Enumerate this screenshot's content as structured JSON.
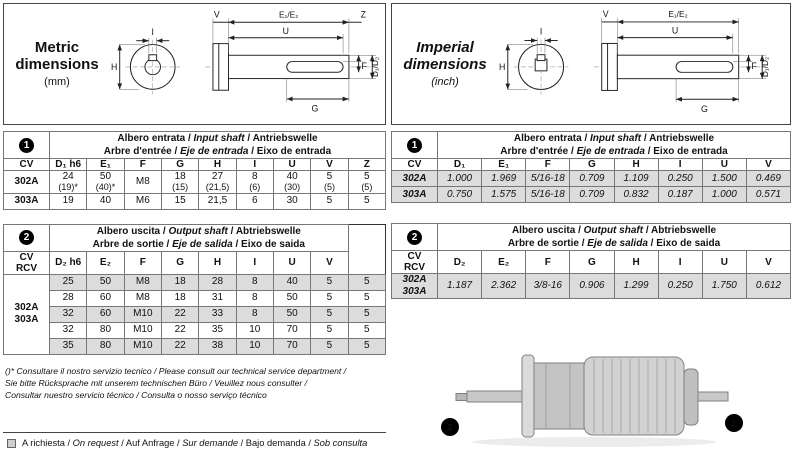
{
  "page": {
    "shade_gray": "#dcdcdc",
    "badge_color": "#000000",
    "border_color": "#444444"
  },
  "metric": {
    "title": "Metric dimensions",
    "subtitle": "(mm)",
    "diagram": {
      "e": "E₁/E₂",
      "u": "U",
      "v": "V",
      "z": "Z",
      "i": "I",
      "h": "H",
      "f": "F",
      "g": "G",
      "d": "D₁/D₂"
    },
    "input": {
      "badge": "1",
      "title_lines": [
        [
          [
            "Albero entrata / ",
            false
          ],
          [
            "Input shaft",
            true
          ],
          [
            " / Antriebswelle",
            false
          ]
        ],
        [
          [
            "Arbre d'entrée / ",
            false
          ],
          [
            "Eje de entrada",
            true
          ],
          [
            " / Eixo de entrada",
            false
          ]
        ]
      ],
      "columns": [
        [
          "CV"
        ],
        [
          "D₁ h6"
        ],
        [
          "E₁"
        ],
        [
          "F"
        ],
        [
          "G"
        ],
        [
          "H"
        ],
        [
          "I"
        ],
        [
          "U"
        ],
        [
          "V"
        ],
        [
          "Z"
        ]
      ],
      "rows": [
        {
          "cv": [
            "302A"
          ],
          "shaded": false,
          "cells": [
            [
              "24",
              "(19)*"
            ],
            [
              "50",
              "(40)*"
            ],
            [
              "M8"
            ],
            [
              "18",
              "(15)"
            ],
            [
              "27",
              "(21,5)"
            ],
            [
              "8",
              "(6)"
            ],
            [
              "40",
              "(30)"
            ],
            [
              "5",
              "(5)"
            ],
            [
              "5",
              "(5)"
            ]
          ]
        },
        {
          "cv": [
            "303A"
          ],
          "shaded": false,
          "cells": [
            [
              "19"
            ],
            [
              "40"
            ],
            [
              "M6"
            ],
            [
              "15"
            ],
            [
              "21,5"
            ],
            [
              "6"
            ],
            [
              "30"
            ],
            [
              "5"
            ],
            [
              "5"
            ]
          ]
        }
      ]
    },
    "output": {
      "badge": "2",
      "title_lines": [
        [
          [
            "Albero uscita / ",
            false
          ],
          [
            "Output shaft",
            true
          ],
          [
            " / Abtriebswelle",
            false
          ]
        ],
        [
          [
            "Arbre de sortie / ",
            false
          ],
          [
            "Eje de salida",
            true
          ],
          [
            " / Eixo de saida",
            false
          ]
        ]
      ],
      "columns": [
        [
          "CV",
          "RCV"
        ],
        [
          "D₂ h6"
        ],
        [
          "E₂"
        ],
        [
          "F"
        ],
        [
          "G"
        ],
        [
          "H"
        ],
        [
          "I"
        ],
        [
          "U"
        ],
        [
          "V"
        ]
      ],
      "cv_merged": [
        "302A",
        "303A"
      ],
      "rows": [
        {
          "shaded": true,
          "cells": [
            [
              "25"
            ],
            [
              "50"
            ],
            [
              "M8"
            ],
            [
              "18"
            ],
            [
              "28"
            ],
            [
              "8"
            ],
            [
              "40"
            ],
            [
              "5"
            ],
            [
              "5"
            ]
          ]
        },
        {
          "shaded": false,
          "cells": [
            [
              "28"
            ],
            [
              "60"
            ],
            [
              "M8"
            ],
            [
              "18"
            ],
            [
              "31"
            ],
            [
              "8"
            ],
            [
              "50"
            ],
            [
              "5"
            ],
            [
              "5"
            ]
          ]
        },
        {
          "shaded": true,
          "cells": [
            [
              "32"
            ],
            [
              "60"
            ],
            [
              "M10"
            ],
            [
              "22"
            ],
            [
              "33"
            ],
            [
              "8"
            ],
            [
              "50"
            ],
            [
              "5"
            ],
            [
              "5"
            ]
          ]
        },
        {
          "shaded": false,
          "cells": [
            [
              "32"
            ],
            [
              "80"
            ],
            [
              "M10"
            ],
            [
              "22"
            ],
            [
              "35"
            ],
            [
              "10"
            ],
            [
              "70"
            ],
            [
              "5"
            ],
            [
              "5"
            ]
          ]
        },
        {
          "shaded": true,
          "cells": [
            [
              "35"
            ],
            [
              "80"
            ],
            [
              "M10"
            ],
            [
              "22"
            ],
            [
              "38"
            ],
            [
              "10"
            ],
            [
              "70"
            ],
            [
              "5"
            ],
            [
              "5"
            ]
          ]
        }
      ]
    },
    "footnote": [
      "()* Consultare il nostro servizio tecnico / Please consult our technical service department /",
      "Sie bitte Rücksprache mit unserem technischen Büro / Veuillez nous consulter /",
      "Consultar nuestro servicio técnico / Consulta o nosso serviço técnico"
    ],
    "legend_segments": [
      [
        "A richiesta / ",
        false
      ],
      [
        "On request",
        true
      ],
      [
        " / Auf Anfrage / ",
        false
      ],
      [
        "Sur demande",
        true
      ],
      [
        " / Bajo demanda / ",
        false
      ],
      [
        "Sob consulta",
        true
      ]
    ]
  },
  "imperial": {
    "title": "Imperial dimensions",
    "subtitle": "(inch)",
    "diagram": {
      "e": "E₁/E₂",
      "u": "U",
      "v": "V",
      "i": "I",
      "h": "H",
      "f": "F",
      "g": "G",
      "d": "D₁/D₂"
    },
    "input": {
      "badge": "1",
      "title_lines": [
        [
          [
            "Albero entrata / ",
            false
          ],
          [
            "Input shaft",
            true
          ],
          [
            " / Antriebswelle",
            false
          ]
        ],
        [
          [
            "Arbre d'entrée / ",
            false
          ],
          [
            "Eje de entrada",
            true
          ],
          [
            " / Eixo de entrada",
            false
          ]
        ]
      ],
      "columns": [
        [
          "CV"
        ],
        [
          "D₁"
        ],
        [
          "E₁"
        ],
        [
          "F"
        ],
        [
          "G"
        ],
        [
          "H"
        ],
        [
          "I"
        ],
        [
          "U"
        ],
        [
          "V"
        ]
      ],
      "rows": [
        {
          "cv": [
            "302A"
          ],
          "shaded": true,
          "cells": [
            [
              "1.000"
            ],
            [
              "1.969"
            ],
            [
              "5/16-18"
            ],
            [
              "0.709"
            ],
            [
              "1.109"
            ],
            [
              "0.250"
            ],
            [
              "1.500"
            ],
            [
              "0.469"
            ]
          ]
        },
        {
          "cv": [
            "303A"
          ],
          "shaded": true,
          "cells": [
            [
              "0.750"
            ],
            [
              "1.575"
            ],
            [
              "5/16-18"
            ],
            [
              "0.709"
            ],
            [
              "0.832"
            ],
            [
              "0.187"
            ],
            [
              "1.000"
            ],
            [
              "0.571"
            ]
          ]
        }
      ]
    },
    "output": {
      "badge": "2",
      "title_lines": [
        [
          [
            "Albero uscita / ",
            false
          ],
          [
            "Output shaft",
            true
          ],
          [
            " / Abtriebswelle",
            false
          ]
        ],
        [
          [
            "Arbre de sortie / ",
            false
          ],
          [
            "Eje de salida",
            true
          ],
          [
            " / Eixo de saida",
            false
          ]
        ]
      ],
      "columns": [
        [
          "CV",
          "RCV"
        ],
        [
          "D₂"
        ],
        [
          "E₂"
        ],
        [
          "F"
        ],
        [
          "G"
        ],
        [
          "H"
        ],
        [
          "I"
        ],
        [
          "U"
        ],
        [
          "V"
        ]
      ],
      "cv_merged": [
        "302A",
        "303A"
      ],
      "rows": [
        {
          "shaded": true,
          "cells": [
            [
              "1.187"
            ],
            [
              "2.362"
            ],
            [
              "3/8-16"
            ],
            [
              "0.906"
            ],
            [
              "1.299"
            ],
            [
              "0.250"
            ],
            [
              "1.750"
            ],
            [
              "0.612"
            ]
          ]
        }
      ]
    },
    "photo_badges": [
      "2",
      "1"
    ]
  }
}
